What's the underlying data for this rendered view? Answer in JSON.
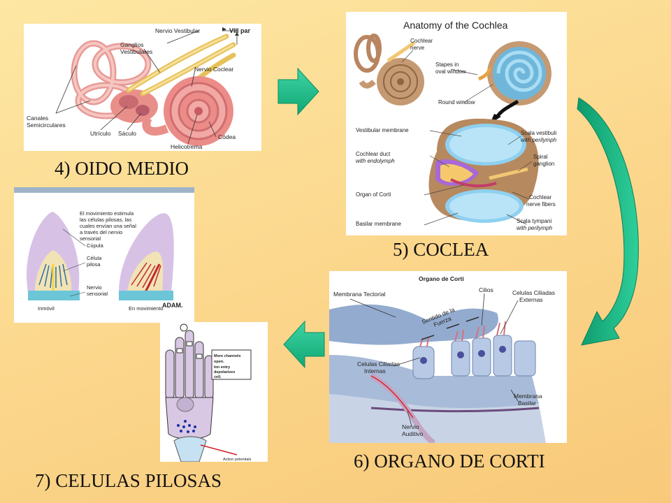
{
  "panels": {
    "ear": {
      "caption": "4) OIDO MEDIO",
      "labels": {
        "nervio_vestibular": "Nervio Vestibular",
        "viii_par": "VIII par",
        "ganglios": "Ganglios",
        "vestibulares": "Vestibulares",
        "nervio_coclear": "Nervio Coclear",
        "canales": "Canales",
        "semicirculares": "Semicirculares",
        "utriculo": "Utrículo",
        "saculo": "Sáculo",
        "codea": "Códea",
        "helicotrema": "Helicotrema"
      }
    },
    "cochlea": {
      "caption": "5) COCLEA",
      "title": "Anatomy of the Cochlea",
      "labels": {
        "cochlear": "Cochlear",
        "nerve": "nerve",
        "stapes_in": "Stapes in",
        "oval_window": "oval window",
        "round_window": "Round window",
        "vestibular_membrane": "Vestibular membrane",
        "scala_vestibuli": "Scala vestibuli",
        "with_perilymph_1": "with perilymph",
        "cochlear_duct": "Cochlear duct",
        "with_endolymph": "with endolymph",
        "spiral": "Spiral",
        "ganglion": "ganglion",
        "organ_of_corti": "Organ of Corti",
        "cochlear_2": "Cochlear",
        "nerve_fibers": "nerve fibers",
        "basilar_membrane": "Basilar membrane",
        "scala_tympani": "Scala tympani",
        "with_perilymph_2": "with perilymph"
      }
    },
    "hair": {
      "labels": {
        "line1": "El movimiento estimula",
        "line2": "las células pilosas, las",
        "line3": "cuales envían una señal",
        "line4": "a través del nervio",
        "line5": "sensorial",
        "cupula": "Cúpula",
        "celula": "Célula",
        "pilosa": "pilosa",
        "nervio": "Nervio",
        "sensorial": "sensorial",
        "inmovil": "Inmóvil",
        "en_movimiento": "En movimiento",
        "adam": "ADAM."
      }
    },
    "cell": {
      "caption": "7) CELULAS PILOSAS",
      "labels": {
        "more_channels": "More channels",
        "open": "open.",
        "ion_entry": "Ion entry",
        "depolarizes": "depolarizes",
        "cell": "cell.",
        "action_potentials": "Action potentials"
      }
    },
    "corti": {
      "caption": "6) ORGANO DE CORTI",
      "labels": {
        "title": "Organo de Corti",
        "membrana_tectorial": "Membrana Tectorial",
        "cilios": "Cilios",
        "celulas_ciliadas": "Celulas Ciliadas",
        "externas": "Externas",
        "sentido_de_la": "Sentido de la",
        "fuerza": "Fuerza",
        "celulas_ciliadas_int": "Celulas Ciliadas",
        "internas": "Internas",
        "membrana": "Membrana",
        "basilar": "Basilar",
        "nervio": "Nervio",
        "auditivo": "Auditivo"
      }
    }
  },
  "colors": {
    "arrow_green": "#16b884",
    "background": "#fbd68b"
  },
  "icons": [
    "right-arrow-icon",
    "curved-down-arrow-icon",
    "left-arrow-icon"
  ]
}
